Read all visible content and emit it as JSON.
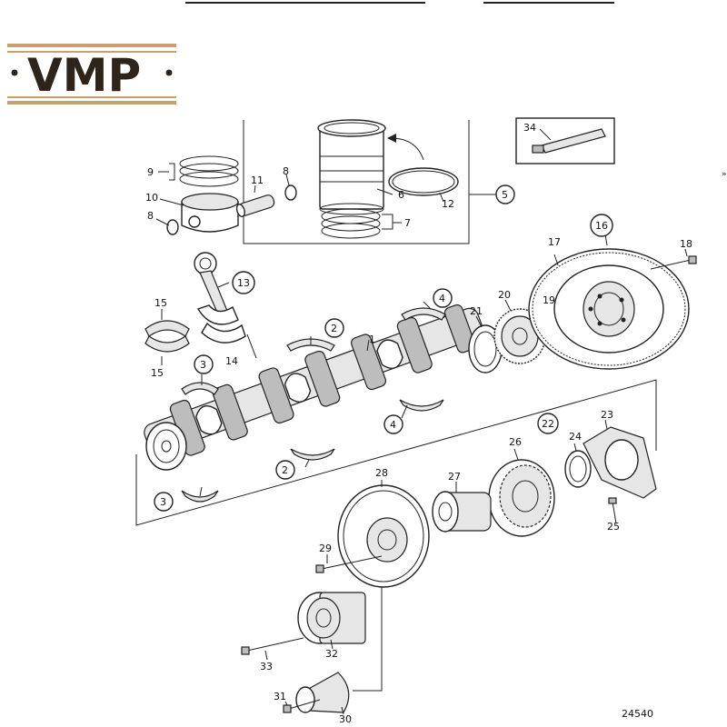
{
  "logo": {
    "text": "VMP",
    "colors": {
      "band": "#c8a070",
      "ink": "#2e241a"
    }
  },
  "labels": {
    "l1": "1",
    "l2a": "2",
    "l2b": "2",
    "l3a": "3",
    "l3b": "3",
    "l4a": "4",
    "l4b": "4",
    "l5": "5",
    "l6": "6",
    "l7": "7",
    "l8a": "8",
    "l8b": "8",
    "l9": "9",
    "l10": "10",
    "l11": "11",
    "l12": "12",
    "l13": "13",
    "l14": "14",
    "l15a": "15",
    "l15b": "15",
    "l16": "16",
    "l17": "17",
    "l18": "18",
    "l19": "19",
    "l20": "20",
    "l21": "21",
    "l22": "22",
    "l23": "23",
    "l24": "24",
    "l25": "25",
    "l26": "26",
    "l27": "27",
    "l28": "28",
    "l29": "29",
    "l30": "30",
    "l31": "31",
    "l32": "32",
    "l33": "33",
    "l34": "34"
  },
  "drawing_number": "24540"
}
